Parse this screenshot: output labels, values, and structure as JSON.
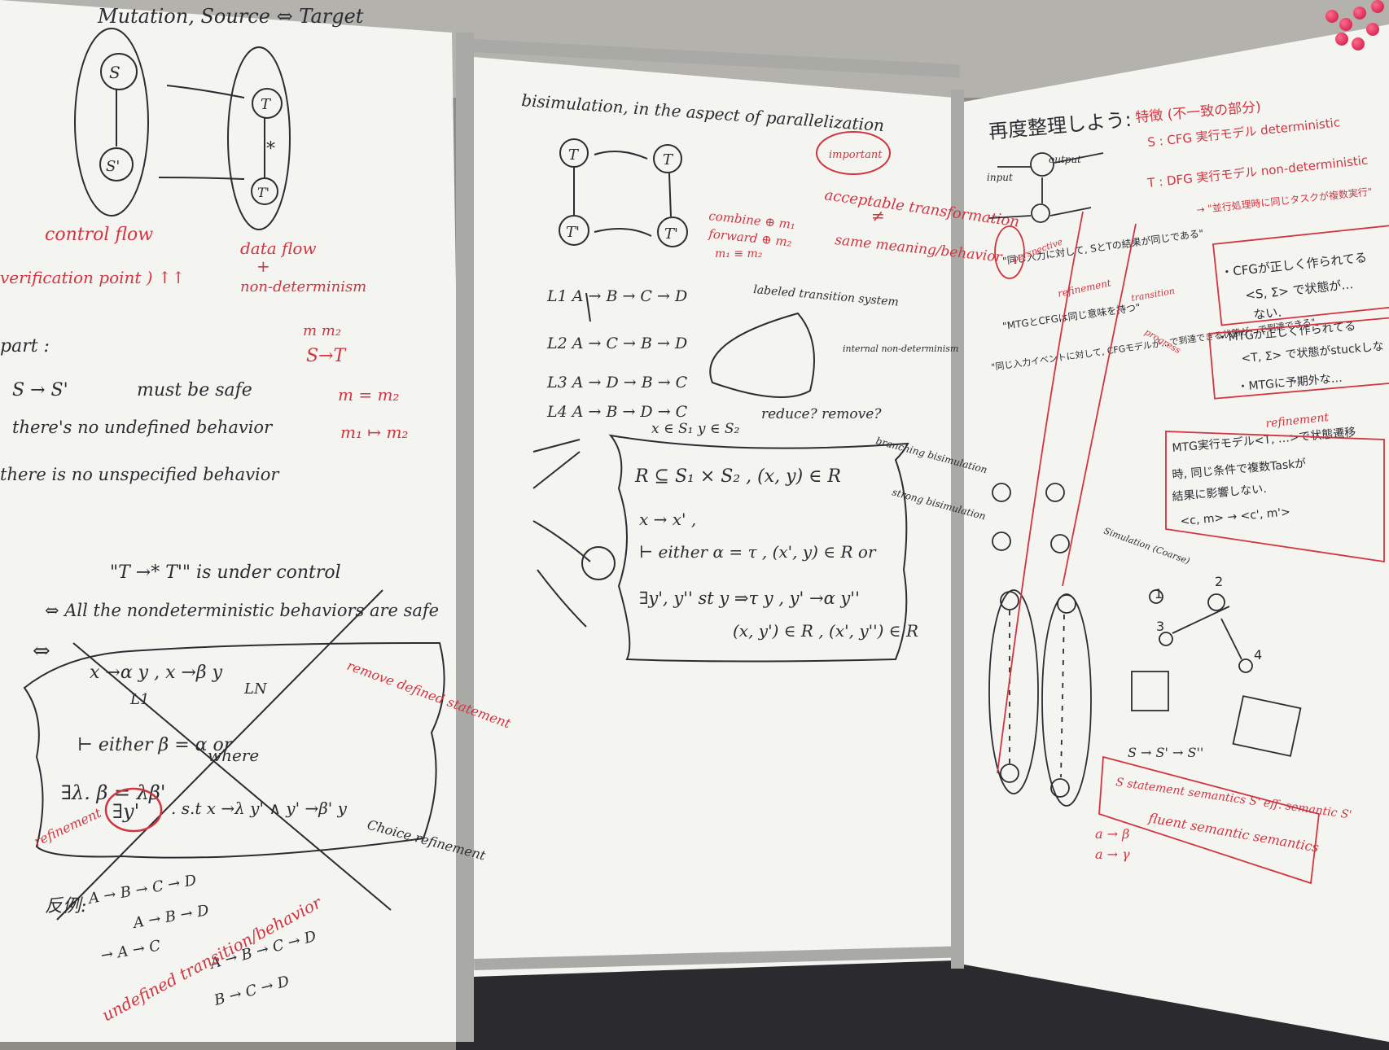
{
  "left_board": {
    "title": "Mutation,  Source ⇔ Target",
    "S": "S",
    "S_prime": "S'",
    "T": "T",
    "T_prime": "T'",
    "star": "*",
    "control_flow": "control flow",
    "data_flow": "data flow",
    "plus": "+",
    "non_determinism": "non-determinism",
    "verification_point": "verification point ) ↑↑",
    "m_labels": "m  m₂",
    "S_to_T": "S→T",
    "part": "part :",
    "S_arrow_S": "S → S'",
    "must_be_safe": "must be safe",
    "no_undefined": "there's no undefined behavior",
    "no_unspecified": "there is no unspecified behavior",
    "m_eq_m2": "m = m₂",
    "m1_to_m2": "m₁ ↦ m₂",
    "quote": "\"T →* T'\" is under control",
    "all_safe": "⇔ All the nondeterministic behaviors are safe",
    "iff": "⇔",
    "rel1": "x →α y ,  x →β y",
    "L1": "L1",
    "LN": "LN",
    "either": "⊢ either  β = α  or",
    "where": "where",
    "exists_line": "∃λ. β = λβ'",
    "exists_y": "∃y'",
    "st_line": ". s.t   x →λ y'  ∧ y' →β' y",
    "red_note": "remove defined statement",
    "red_note2": "refinement",
    "choice_refinement": "Choice refinement",
    "counterexample": "反例:",
    "seq1": "A → B → C → D",
    "seq2": "A → B → D",
    "seq3": "→ A → C",
    "seq4": "A → B → C → D",
    "seq5": "B → C → D",
    "undefined_behavior": "undefined  transition/behavior"
  },
  "middle_board": {
    "title": "bisimulation, in the aspect of parallelization",
    "T": "T",
    "T_prime": "T'",
    "important": "important",
    "acceptable": "acceptable transformation",
    "neq": "≠",
    "same_meaning": "same meaning/behavior",
    "combine": "combine ⊕ m₁",
    "forward": "forward ⊕ m₂",
    "m_relation": "m₁ ≡ m₂",
    "L1": "L1   A → B → C → D",
    "L2": "L2   A → C → B → D",
    "L3": "L3   A → D → B → C",
    "L4": "L4   A → B → D → C",
    "xs": "x ∈ S₁    y ∈ S₂",
    "reduce": "reduce? remove?",
    "lts": "labeled transition system",
    "internal": "internal non-determinism",
    "branching": "branching bisimulation",
    "strong": "strong bisimulation",
    "R_def": "R ⊆ S₁ × S₂ ,   (x, y) ∈ R",
    "x_step": "x → x' ,",
    "either_line": "⊢ either  α = τ ,   (x', y) ∈ R    or",
    "exists_line": "∃y', y'' st  y ⇒τ y , y' →α y''",
    "in_R": "(x, y') ∈ R ,  (x', y'') ∈ R"
  },
  "right_board": {
    "title": "再度整理しよう:",
    "features": "特徴 (不一致の部分)",
    "S_line": "S : CFG 実行モデル  deterministic",
    "T_line": "T : DFG 実行モデル  non-deterministic",
    "T_note": "→ \"並行処理時に同じタスクが複数実行\"",
    "input": "input",
    "output": "output",
    "same_input": "\"同じ入力に対して, SとTの結果が同じである\"",
    "mtg_cfg": "\"MTGとCFGは同じ意味を持つ\"",
    "refinement": "refinement",
    "same_event": "\"同じ入力イベントに対して, CFGモデルが…で到達できる状態が…で到達できる\"",
    "box1_l1": "・CFGが正しく作られてる",
    "box1_l2": "<S, Σ> で状態が…",
    "box1_l3": "ない.",
    "box2_l1": "・MTGが正しく作られてる",
    "box2_l2": "<T, Σ> で状態がstuckしな",
    "box2_l3": "・MTGに予期外な…",
    "refinement2": "refinement",
    "box3_l1": "MTG実行モデル<T, …>で状態遷移",
    "box3_l2": "時, 同じ条件で複数Taskが",
    "box3_l3": "結果に影響しない.",
    "box3_l4": "<c, m> → <c', m'>",
    "simulation": "Simulation (Coarse)",
    "nums": [
      "1",
      "2",
      "3",
      "4"
    ],
    "s_chain": "S → S' → S''",
    "bottom_box": "S  statement semantics  S'  eff. semantic  S'",
    "a_b": "a → β",
    "a_g": "a → γ",
    "fluent": "fluent  semantic  semantics",
    "perspective": "perspective",
    "transition": "transition",
    "progress": "progress"
  }
}
